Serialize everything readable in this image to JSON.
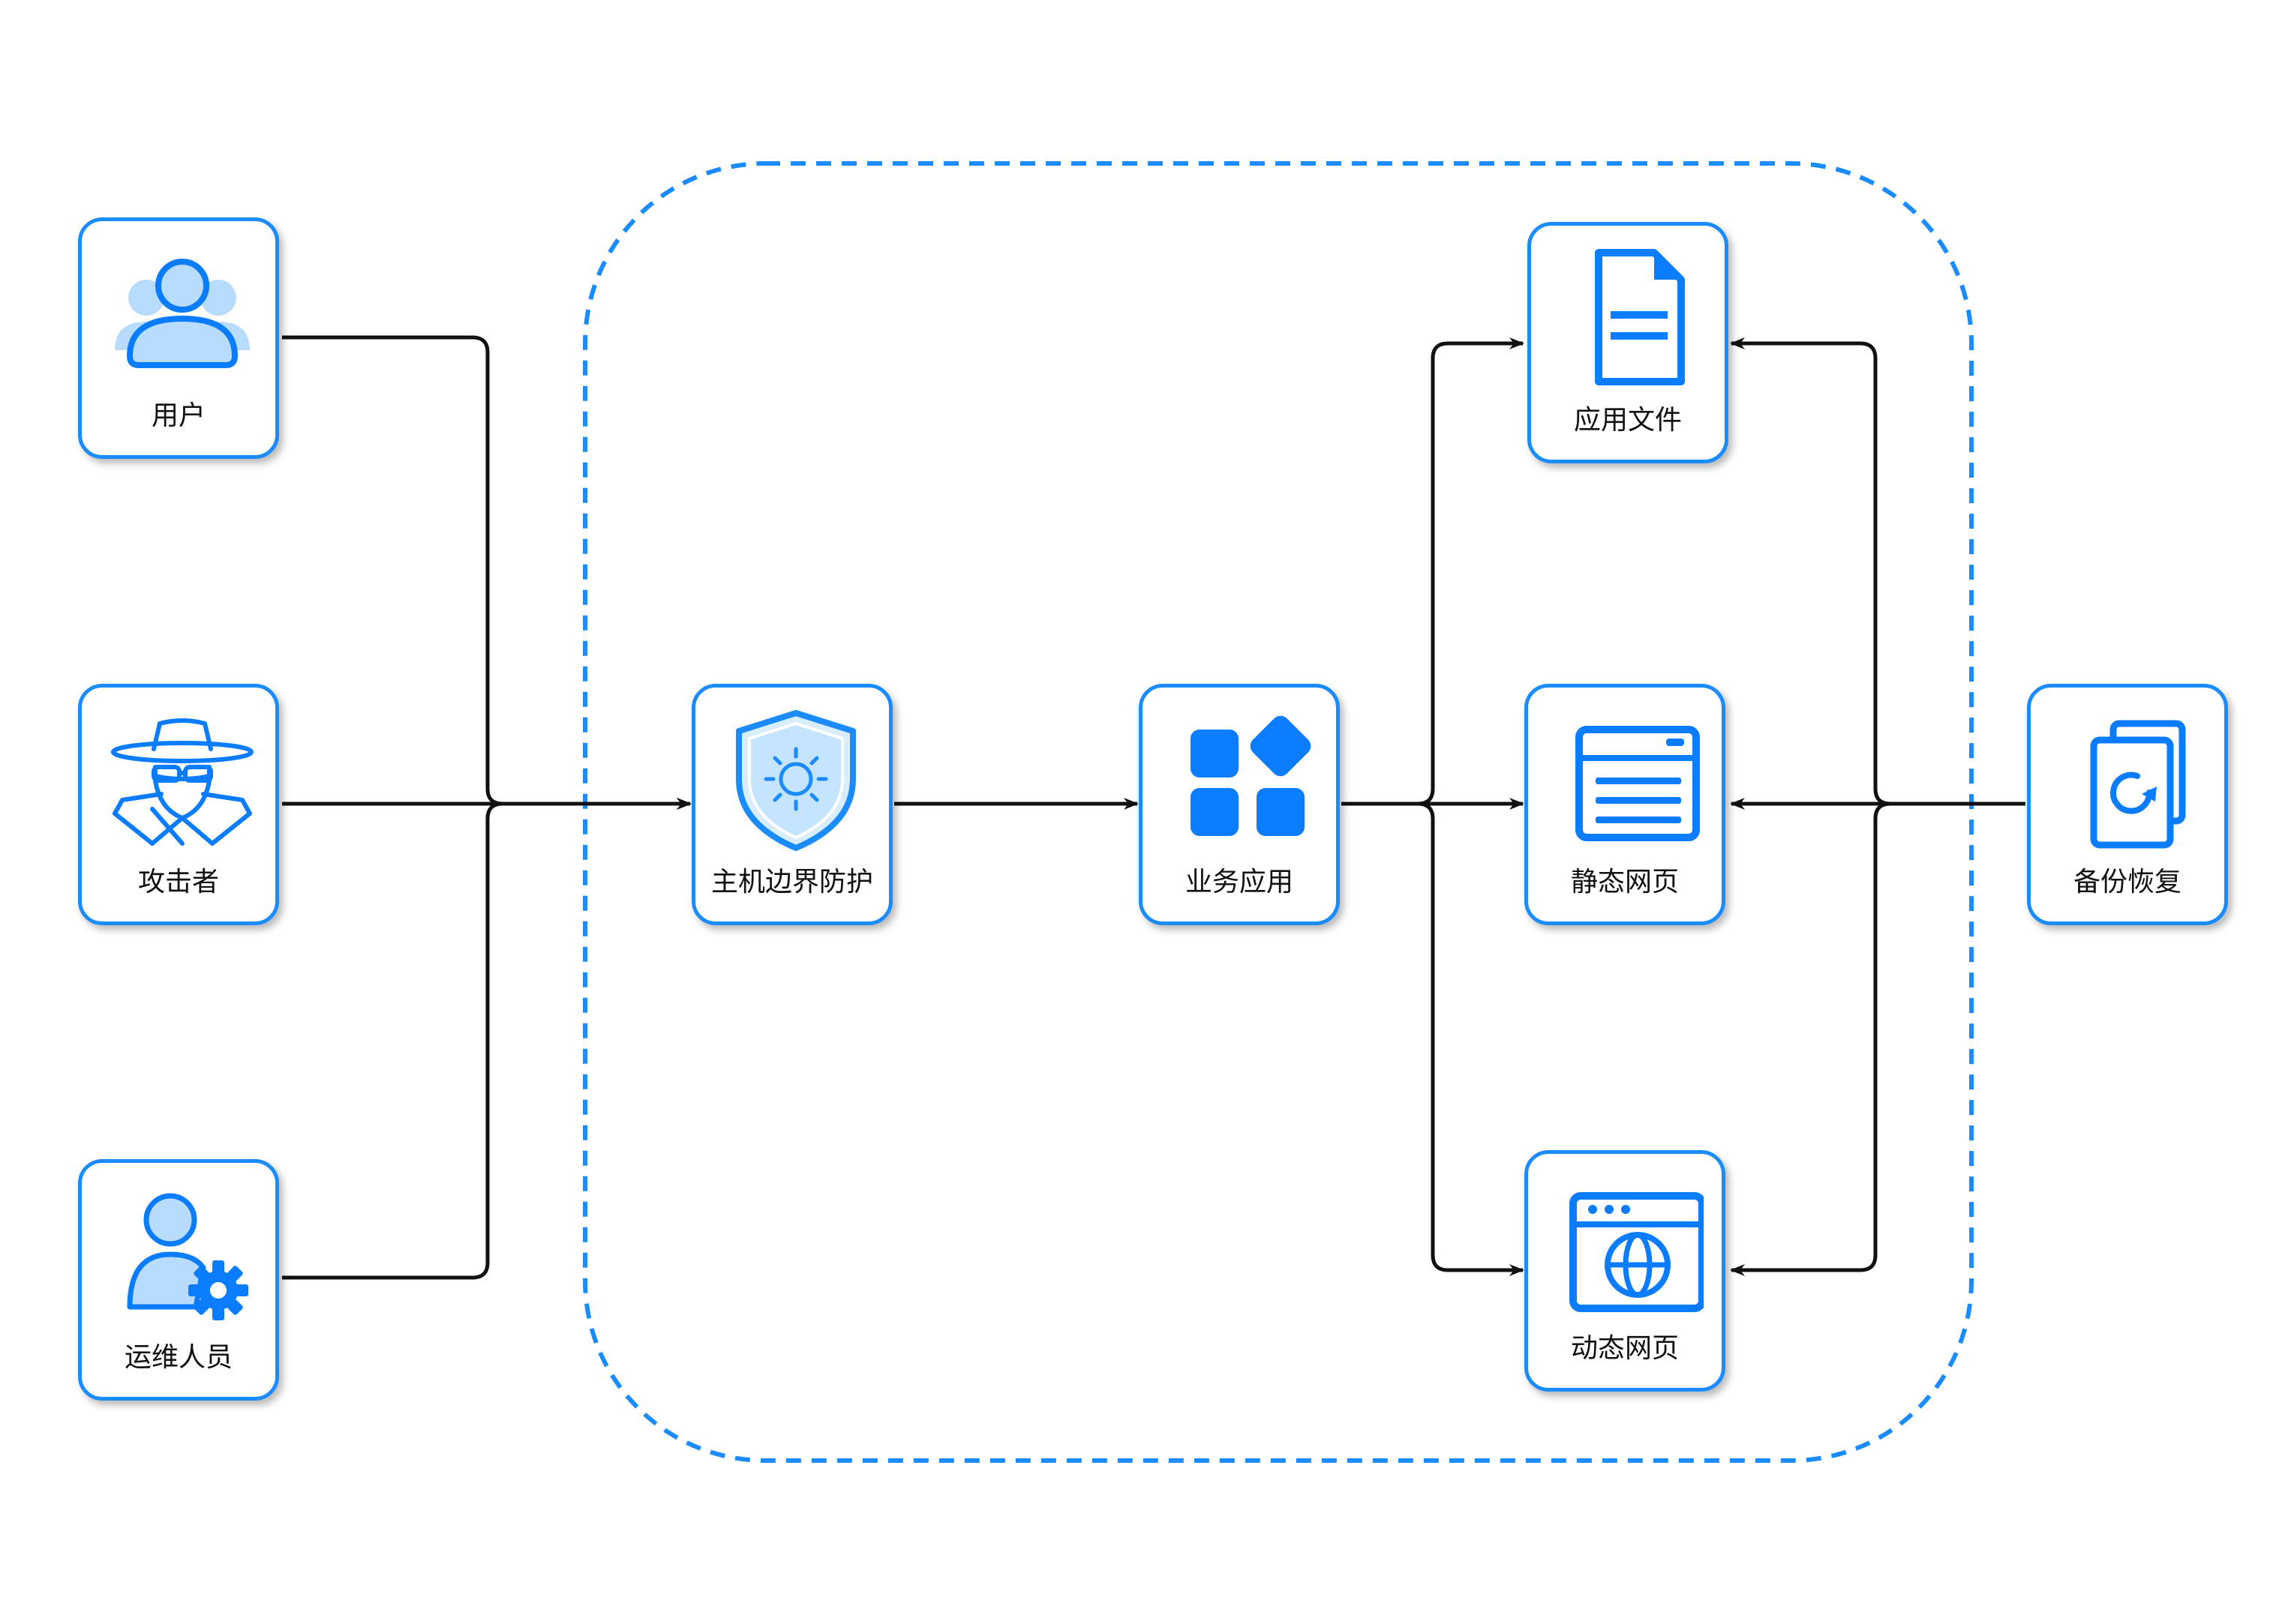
{
  "colors": {
    "accent": "#1a8cff",
    "icon_fill": "#0a7cff",
    "light_fill": "#b8dcff",
    "edge": "#111111",
    "frame": "#1a8cff"
  },
  "nodes": {
    "user": {
      "label": "用户",
      "icon": "user-group-icon"
    },
    "attacker": {
      "label": "攻击者",
      "icon": "spy-icon"
    },
    "ops": {
      "label": "运维人员",
      "icon": "user-gear-icon"
    },
    "host_guard": {
      "label": "主机边界防护",
      "icon": "shield-icon"
    },
    "business_app": {
      "label": "业务应用",
      "icon": "apps-icon"
    },
    "app_files": {
      "label": "应用文件",
      "icon": "document-icon"
    },
    "static_page": {
      "label": "静态网页",
      "icon": "static-page-icon"
    },
    "dynamic_page": {
      "label": "动态网页",
      "icon": "globe-browser-icon"
    },
    "backup": {
      "label": "备份恢复",
      "icon": "backup-restore-icon"
    }
  },
  "edges": [
    {
      "from": "用户",
      "to": "主机边界防护"
    },
    {
      "from": "攻击者",
      "to": "主机边界防护"
    },
    {
      "from": "运维人员",
      "to": "主机边界防护"
    },
    {
      "from": "主机边界防护",
      "to": "业务应用"
    },
    {
      "from": "业务应用",
      "to": "应用文件"
    },
    {
      "from": "业务应用",
      "to": "静态网页"
    },
    {
      "from": "业务应用",
      "to": "动态网页"
    },
    {
      "from": "备份恢复",
      "to": "应用文件"
    },
    {
      "from": "备份恢复",
      "to": "静态网页"
    },
    {
      "from": "备份恢复",
      "to": "动态网页"
    }
  ]
}
